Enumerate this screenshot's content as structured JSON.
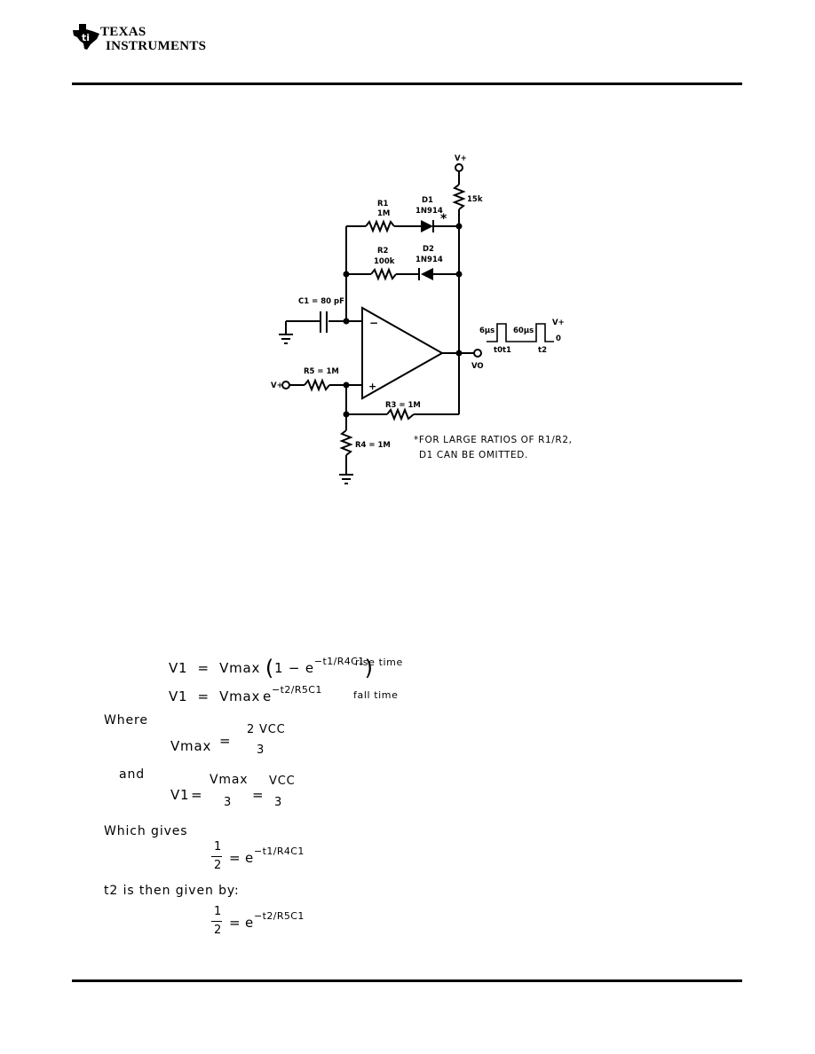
{
  "header": {
    "brand_line1": "TEXAS",
    "brand_line2": "INSTRUMENTS",
    "logo_icon": "ti-texas-logo-icon"
  },
  "schematic": {
    "supply_top": "V+",
    "r_pullup": "15k",
    "r1_name": "R1",
    "r1_value": "1M",
    "d1_name": "D1",
    "d1_part": "1N914",
    "d1_mark": "*",
    "r2_name": "R2",
    "r2_value": "100k",
    "d2_name": "D2",
    "d2_part": "1N914",
    "c1_label": "C1 = 80 pF",
    "r5_label": "R5 = 1M",
    "input_label": "V+",
    "r3_label": "R3 = 1M",
    "r4_label": "R4 = 1M",
    "output_label": "VO",
    "minus_sign": "−",
    "plus_sign": "+",
    "footnote_line1": "*FOR LARGE RATIOS OF R1/R2,",
    "footnote_line2": "D1 CAN BE OMITTED.",
    "wave_pulse1": "6µs",
    "wave_gap": "60µs",
    "wave_high": "V+",
    "wave_low": "0",
    "wave_t0t1": "t0t1",
    "wave_t2": "t2"
  },
  "equations": {
    "eq1_lhs": "V1",
    "eq1_vmax": "Vmax",
    "eq1_open": "1 −",
    "eq1_e": "e",
    "eq1_exp": "−t1/R4C1",
    "eq1_note": "rise time",
    "eq2_lhs": "V1",
    "eq2_vmax": "Vmax",
    "eq2_e": "e",
    "eq2_exp": "−t2/R5C1",
    "eq2_note": "fall time",
    "where": "Where",
    "vmax_lhs": "Vmax",
    "vmax_num": "2 VCC",
    "vmax_den": "3",
    "and": "and",
    "v1_lhs": "V1",
    "v1_num1": "Vmax",
    "v1_den1": "3",
    "v1_num2": "VCC",
    "v1_den2": "3",
    "which_gives": "Which gives",
    "half_num": "1",
    "half_den": "2",
    "half_e": "e",
    "half_exp": "−t1/R4C1",
    "t2_text": "is then given by:",
    "t2_sym": "t2",
    "half2_num": "1",
    "half2_den": "2",
    "half2_e": "e",
    "half2_exp": "−t2/R5C1"
  }
}
